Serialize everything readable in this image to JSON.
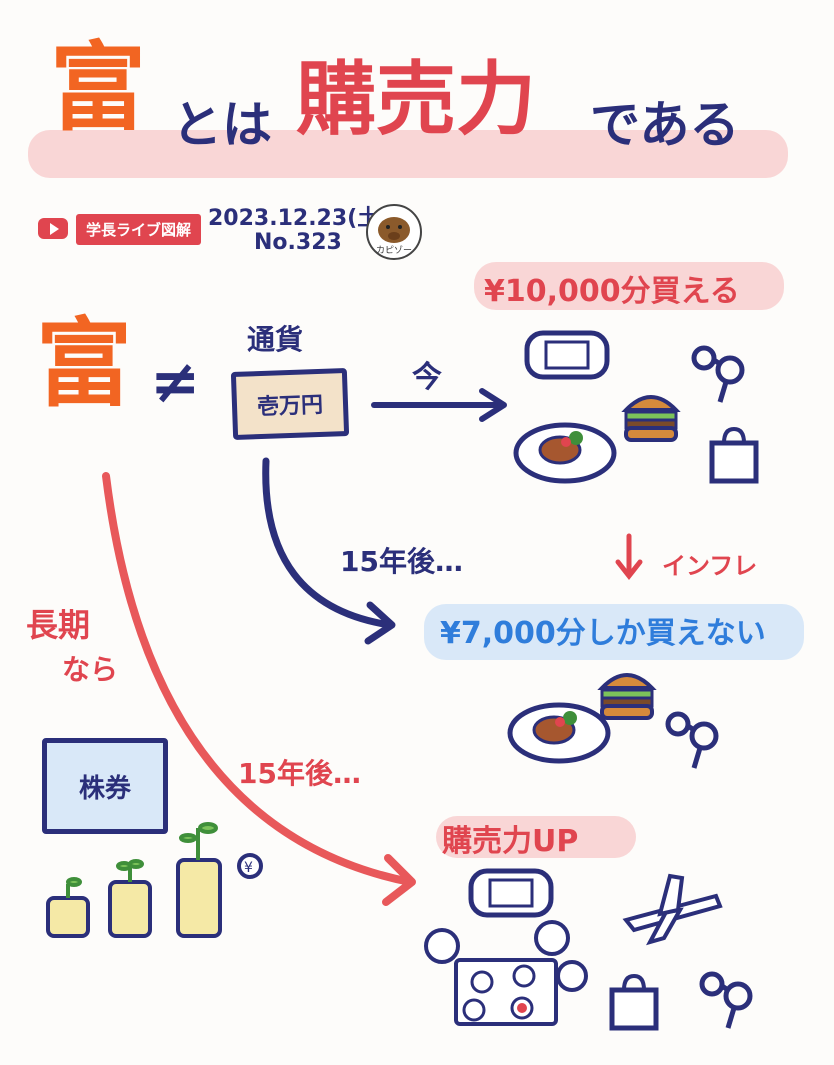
{
  "title": {
    "part1": "富",
    "part2": "とは",
    "part3": "購売力",
    "part4": "である"
  },
  "meta": {
    "channel_label": "学長ライブ図解",
    "date": "2023.12.23(土)",
    "number": "No.323",
    "avatar_label": "カピゾー"
  },
  "left": {
    "wealth": "富",
    "not_equal": "≠",
    "currency_label": "通貨",
    "bill_text": "壱万円",
    "long_term": "長期",
    "nara": "なら",
    "stock": "株券"
  },
  "right": {
    "buy_now": "¥10,000分買える",
    "now": "今",
    "after15_a": "15年後…",
    "inflation": "インフレ",
    "buy_less": "¥7,000分しか買えない",
    "after15_b": "15年後…",
    "power_up": "購売力UP"
  },
  "colors": {
    "orange": "#f26522",
    "red": "#e0454f",
    "navy": "#2b2f7a",
    "blue": "#2f7ddb"
  }
}
